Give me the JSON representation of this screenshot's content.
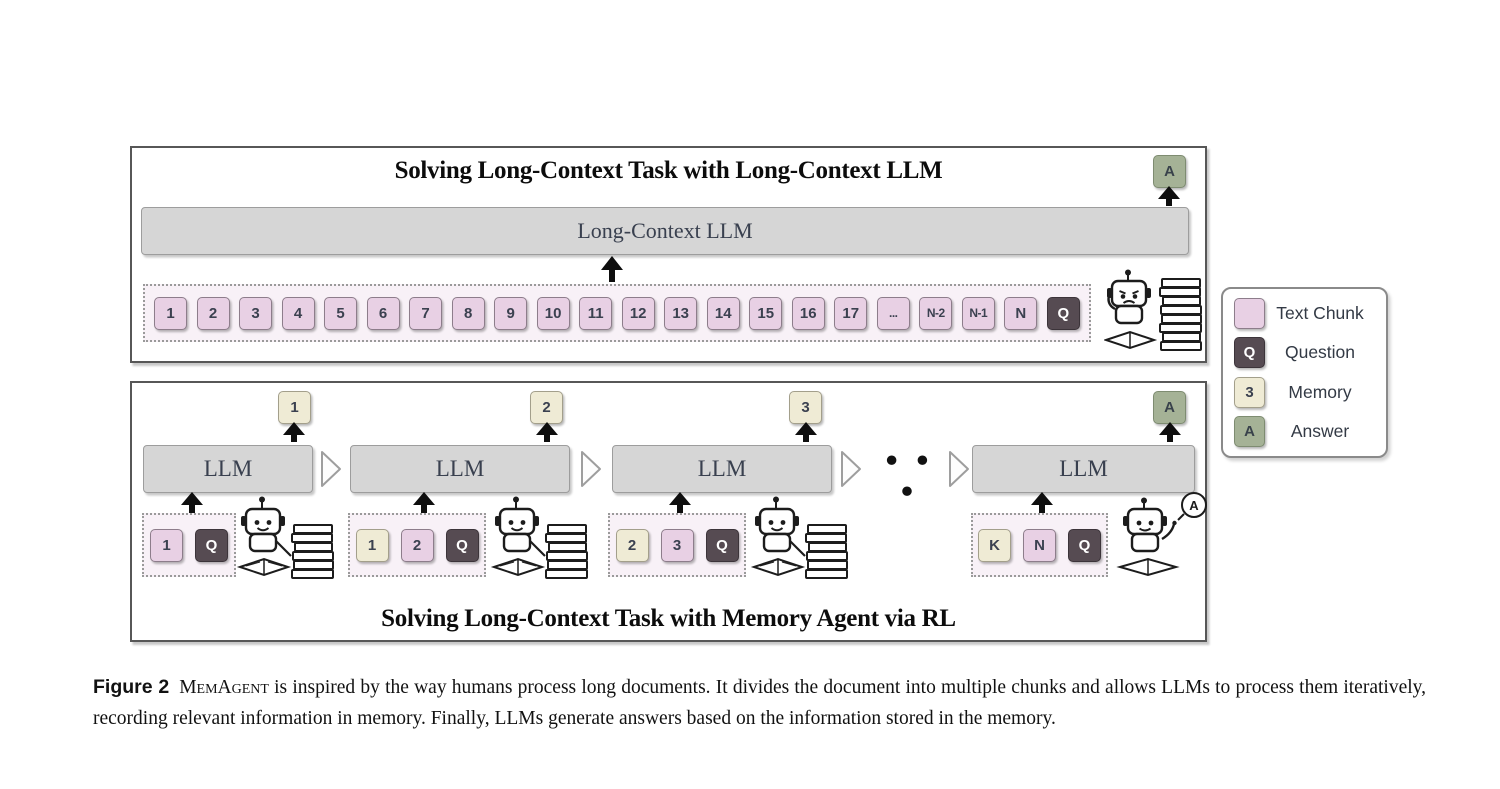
{
  "figure": {
    "top_panel": {
      "title": "Solving Long-Context Task with Long-Context LLM",
      "llm_bar_label": "Long-Context LLM",
      "answer_chip_label": "A",
      "chunks": [
        {
          "label": "1",
          "type": "chunk"
        },
        {
          "label": "2",
          "type": "chunk"
        },
        {
          "label": "3",
          "type": "chunk"
        },
        {
          "label": "4",
          "type": "chunk"
        },
        {
          "label": "5",
          "type": "chunk"
        },
        {
          "label": "6",
          "type": "chunk"
        },
        {
          "label": "7",
          "type": "chunk"
        },
        {
          "label": "8",
          "type": "chunk"
        },
        {
          "label": "9",
          "type": "chunk"
        },
        {
          "label": "10",
          "type": "chunk"
        },
        {
          "label": "11",
          "type": "chunk"
        },
        {
          "label": "12",
          "type": "chunk"
        },
        {
          "label": "13",
          "type": "chunk"
        },
        {
          "label": "14",
          "type": "chunk"
        },
        {
          "label": "15",
          "type": "chunk"
        },
        {
          "label": "16",
          "type": "chunk"
        },
        {
          "label": "17",
          "type": "chunk"
        },
        {
          "label": "...",
          "type": "chunk"
        },
        {
          "label": "N-2",
          "type": "chunk"
        },
        {
          "label": "N-1",
          "type": "chunk"
        },
        {
          "label": "N",
          "type": "chunk"
        },
        {
          "label": "Q",
          "type": "question"
        }
      ]
    },
    "legend": {
      "items": [
        {
          "swatch_label": "",
          "type": "chunk",
          "label": "Text Chunk"
        },
        {
          "swatch_label": "Q",
          "type": "question",
          "label": "Question"
        },
        {
          "swatch_label": "3",
          "type": "memory",
          "label": "Memory"
        },
        {
          "swatch_label": "A",
          "type": "answer",
          "label": "Answer"
        }
      ]
    },
    "bottom_panel": {
      "title": "Solving Long-Context Task with Memory Agent via RL",
      "ellipsis": "• • •",
      "answer_bubble_label": "A",
      "stages": [
        {
          "llm_label": "LLM",
          "output": {
            "label": "1",
            "type": "memory"
          },
          "inputs": [
            {
              "label": "1",
              "type": "chunk"
            },
            {
              "label": "Q",
              "type": "question"
            }
          ]
        },
        {
          "llm_label": "LLM",
          "output": {
            "label": "2",
            "type": "memory"
          },
          "inputs": [
            {
              "label": "1",
              "type": "memory"
            },
            {
              "label": "2",
              "type": "chunk"
            },
            {
              "label": "Q",
              "type": "question"
            }
          ]
        },
        {
          "llm_label": "LLM",
          "output": {
            "label": "3",
            "type": "memory"
          },
          "inputs": [
            {
              "label": "2",
              "type": "memory"
            },
            {
              "label": "3",
              "type": "chunk"
            },
            {
              "label": "Q",
              "type": "question"
            }
          ]
        },
        {
          "llm_label": "LLM",
          "output": {
            "label": "A",
            "type": "answer"
          },
          "inputs": [
            {
              "label": "K",
              "type": "memory"
            },
            {
              "label": "N",
              "type": "chunk"
            },
            {
              "label": "Q",
              "type": "question"
            }
          ]
        }
      ]
    },
    "caption": {
      "label": "Figure 2",
      "subject": "MemAgent",
      "text": " is inspired by the way humans process long documents. It divides the document into multiple chunks and allows LLMs to process them iteratively, recording relevant information in memory. Finally, LLMs generate answers based on the information stored in the memory."
    },
    "colors": {
      "text_chunk": "#e8d0e4",
      "question": "#564b52",
      "memory": "#efebd5",
      "answer": "#a5b296",
      "llm_bar": "#d6d6d6",
      "panel_border": "#575757"
    }
  }
}
